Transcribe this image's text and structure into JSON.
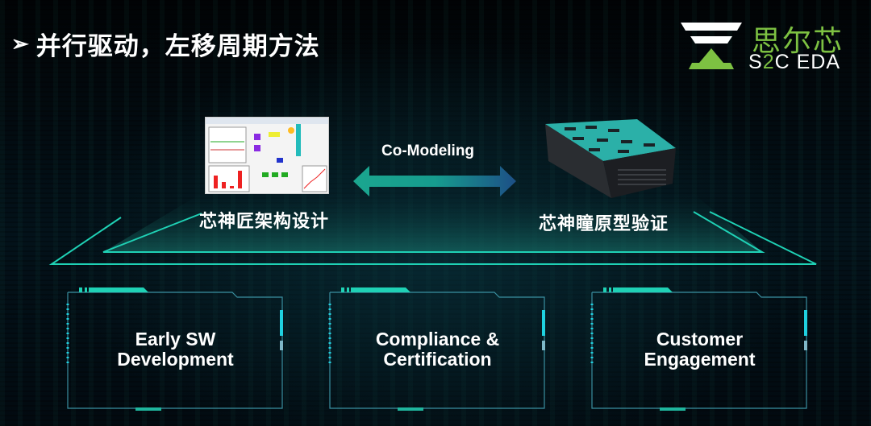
{
  "header": {
    "bullet_icon": "arrowhead-bullet",
    "title": "并行驱动，左移周期方法"
  },
  "logo": {
    "name_cn": "思尔芯",
    "name_en_prefix": "S",
    "name_en_highlight": "2",
    "name_en_suffix": "C EDA",
    "brand_green": "#7dc142"
  },
  "diagram": {
    "left": {
      "image": "architecture-design-software-screenshot",
      "caption": "芯神匠架构设计"
    },
    "link": {
      "label": "Co-Modeling",
      "icon": "double-headed-arrow",
      "color_start": "#1ba68f",
      "color_end": "#1d4f86"
    },
    "right": {
      "image": "prototyping-hardware-box",
      "caption": "芯神瞳原型验证"
    },
    "accent_color": "#1fd1b5"
  },
  "cards": [
    {
      "line1": "Early SW",
      "line2": "Development"
    },
    {
      "line1": "Compliance &",
      "line2": "Certification"
    },
    {
      "line1": "Customer",
      "line2": "Engagement"
    }
  ]
}
